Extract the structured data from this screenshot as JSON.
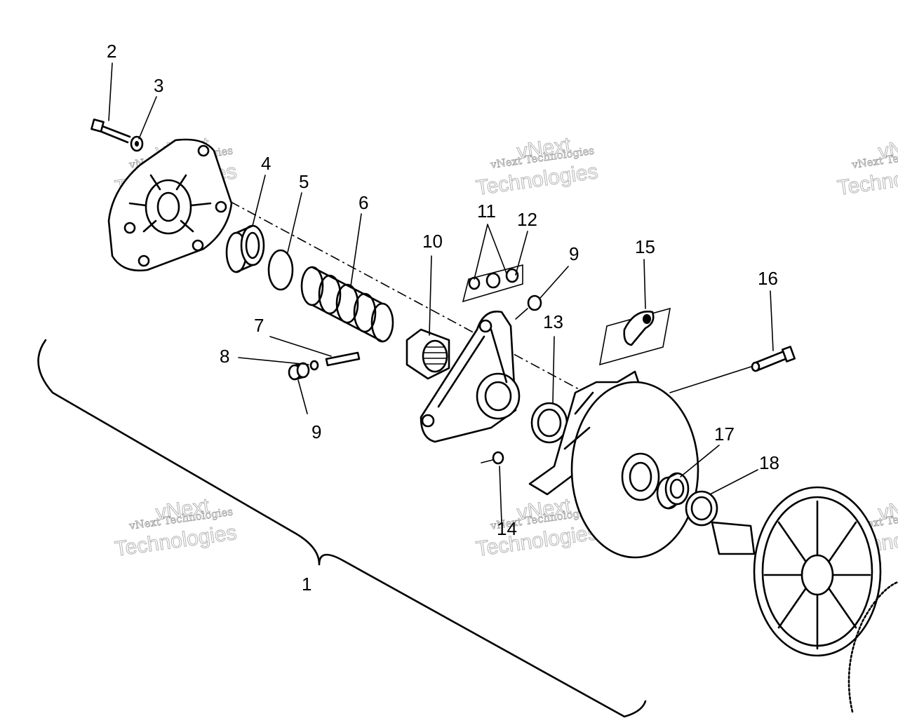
{
  "callouts": [
    {
      "label": "2"
    },
    {
      "label": "3"
    },
    {
      "label": "4"
    },
    {
      "label": "5"
    },
    {
      "label": "6"
    },
    {
      "label": "7"
    },
    {
      "label": "8"
    },
    {
      "label": "9"
    },
    {
      "label": "10"
    },
    {
      "label": "11"
    },
    {
      "label": "12"
    },
    {
      "label": "9"
    },
    {
      "label": "13"
    },
    {
      "label": "15"
    },
    {
      "label": "16"
    },
    {
      "label": "17"
    },
    {
      "label": "18"
    },
    {
      "label": "14"
    },
    {
      "label": "1"
    }
  ],
  "watermark": {
    "company": "vNext Technologies",
    "line1": "vNext",
    "line2": "Technologies"
  }
}
